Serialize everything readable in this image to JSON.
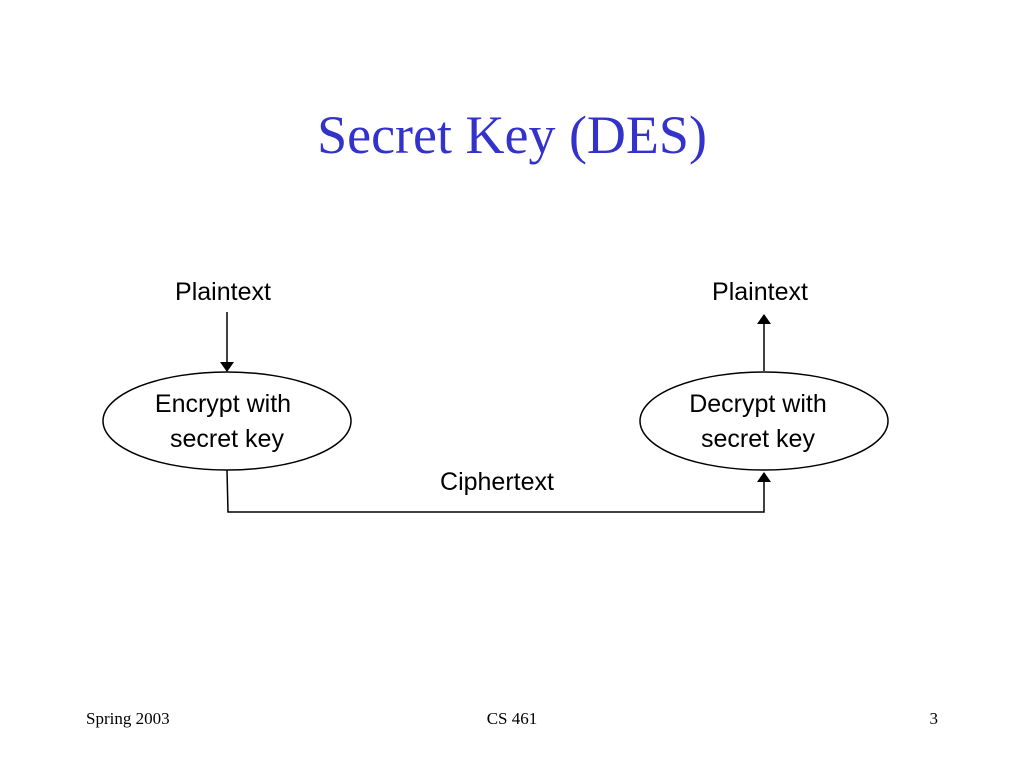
{
  "slide": {
    "title": "Secret Key (DES)"
  },
  "diagram": {
    "plaintext_in": "Plaintext",
    "plaintext_out": "Plaintext",
    "encrypt_line1": "Encrypt with",
    "encrypt_line2": "secret key",
    "decrypt_line1": "Decrypt with",
    "decrypt_line2": "secret key",
    "ciphertext": "Ciphertext"
  },
  "footer": {
    "left": "Spring 2003",
    "center": "CS 461",
    "right": "3"
  }
}
